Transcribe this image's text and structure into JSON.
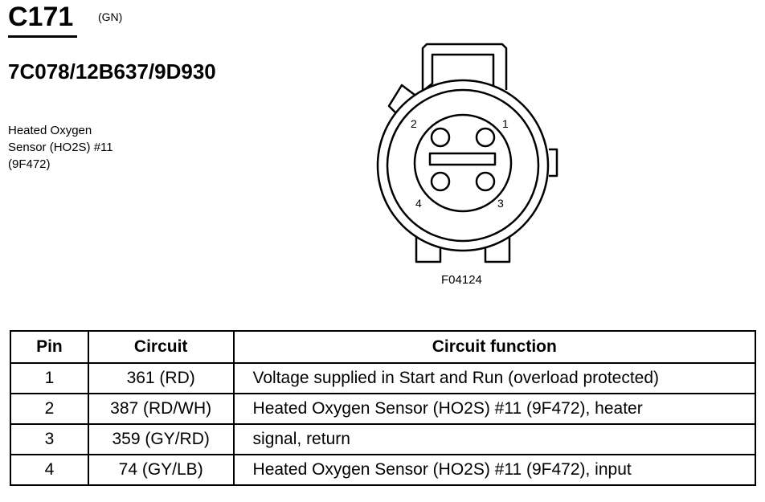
{
  "header": {
    "connector_id": "C171",
    "color_code": "(GN)",
    "part_numbers": "7C078/12B637/9D930"
  },
  "description": [
    "Heated Oxygen",
    "Sensor (HO2S) #11",
    "(9F472)"
  ],
  "diagram": {
    "figure_id": "F04124",
    "pin_labels": [
      "1",
      "2",
      "3",
      "4"
    ]
  },
  "table": {
    "headers": {
      "pin": "Pin",
      "circuit": "Circuit",
      "function": "Circuit function"
    },
    "rows": [
      {
        "pin": "1",
        "circuit": "361 (RD)",
        "function": "Voltage supplied in Start and Run (overload protected)"
      },
      {
        "pin": "2",
        "circuit": "387 (RD/WH)",
        "function": "Heated Oxygen Sensor (HO2S) #11 (9F472), heater"
      },
      {
        "pin": "3",
        "circuit": "359 (GY/RD)",
        "function": "signal, return"
      },
      {
        "pin": "4",
        "circuit": "74 (GY/LB)",
        "function": "Heated Oxygen Sensor (HO2S) #11 (9F472), input"
      }
    ]
  }
}
